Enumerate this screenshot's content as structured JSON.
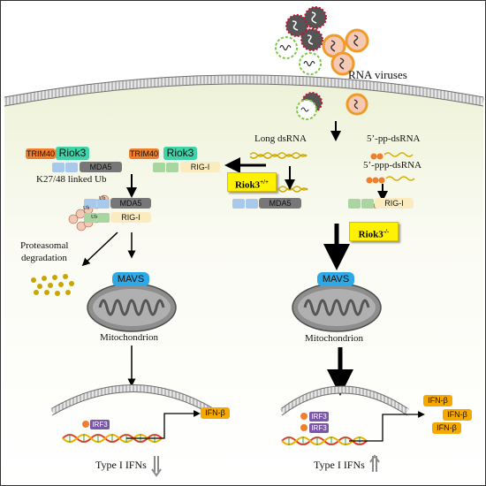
{
  "labels": {
    "rna_viruses": "RNA viruses",
    "long_dsrna": "Long dsRNA",
    "pp_dsrna": "5’-pp-dsRNA",
    "ppp_dsrna": "5’-ppp-dsRNA",
    "k27_ub": "K27/48 linked Ub",
    "proteasomal": "Proteasomal",
    "degradation": "degradation",
    "mito_left": "Mitochondrion",
    "mito_right": "Mitochondrion",
    "type1_left": "Type I IFNs",
    "type1_right": "Type I IFNs"
  },
  "proteins": {
    "trim40": "TRIM40",
    "riok3": "Riok3",
    "mda5": "MDA5",
    "rigi": "RIG-I",
    "mavs": "MAVS",
    "irf3": "IRF3",
    "ifnb": "IFN-β",
    "ub": "Ub"
  },
  "conditions": {
    "riok3_wt_main": "Riok3",
    "riok3_wt_sup": "+/+",
    "riok3_ko_main": "Riok3",
    "riok3_ko_sup": "-/-"
  },
  "colors": {
    "trim40": "#f07e2a",
    "riok3": "#3fd3a7",
    "mda5": "#777777",
    "rigi": "#fbecc0",
    "mavs": "#2fa8e6",
    "irf3": "#7b57a8",
    "ifnb": "#f5a800",
    "tag": "#fff200",
    "membrane": "#d6d6d6",
    "cytoplasm": "#f2f4e4"
  }
}
